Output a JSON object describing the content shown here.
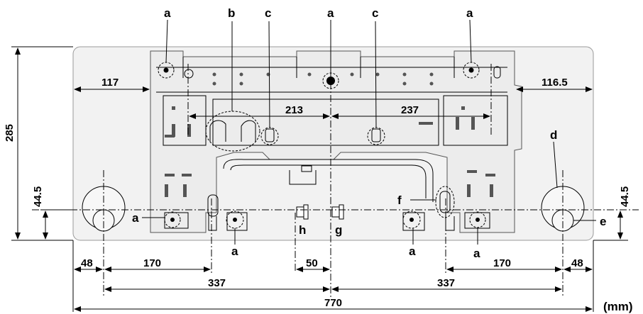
{
  "unit": "(mm)",
  "dimensions": {
    "total_height": "285",
    "left_offset": "117",
    "right_offset": "116.5",
    "span_left": "213",
    "span_right": "237",
    "height_left": "44.5",
    "height_right": "44.5",
    "edge_left": "48",
    "edge_right": "48",
    "pipe_left": "170",
    "pipe_right": "170",
    "centre_gap": "50",
    "half_left": "337",
    "half_right": "337",
    "total_width": "770"
  },
  "callouts": {
    "a": "a",
    "b": "b",
    "c": "c",
    "d": "d",
    "e": "e",
    "f": "f",
    "g": "g",
    "h": "h"
  }
}
